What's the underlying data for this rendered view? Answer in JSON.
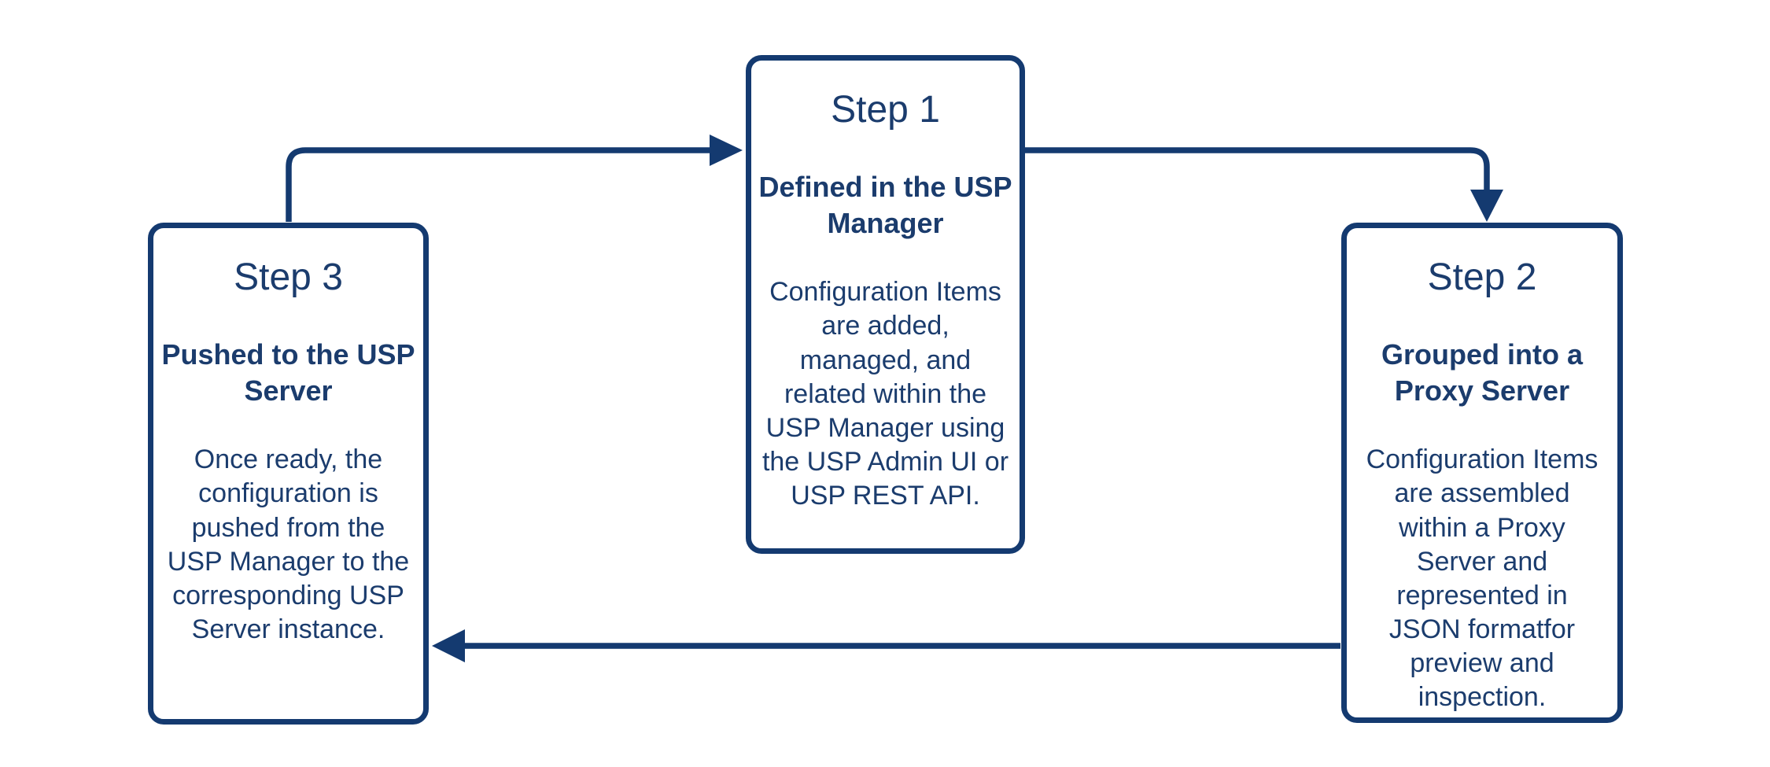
{
  "colors": {
    "accent": "#143A70",
    "background": "#FFFFFF"
  },
  "steps": [
    {
      "id": "step-1",
      "title": "Step 1",
      "subtitle": "Defined in the USP\nManager",
      "body": "Configuration Items\nare added,\nmanaged, and\nrelated within the\nUSP Manager using\nthe USP Admin UI or\nUSP REST API."
    },
    {
      "id": "step-2",
      "title": "Step 2",
      "subtitle": "Grouped into a\nProxy Server",
      "body": "Configuration Items\nare assembled\nwithin a Proxy\nServer and\nrepresented in\nJSON formatfor\npreview and\ninspection."
    },
    {
      "id": "step-3",
      "title": "Step 3",
      "subtitle": "Pushed to the USP\nServer",
      "body": "Once ready, the\nconfiguration is\npushed from the\nUSP Manager to the\ncorresponding USP\nServer instance."
    }
  ],
  "arrows": [
    {
      "name": "arrow-step1-to-step2",
      "from": "step-1",
      "to": "step-2"
    },
    {
      "name": "arrow-step2-to-step3",
      "from": "step-2",
      "to": "step-3"
    },
    {
      "name": "arrow-step3-to-step1",
      "from": "step-3",
      "to": "step-1"
    }
  ]
}
